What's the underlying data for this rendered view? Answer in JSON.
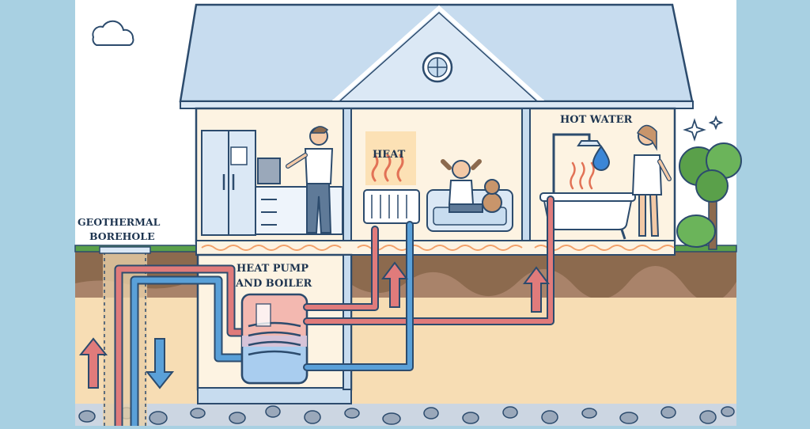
{
  "labels": {
    "geothermal_line1": "GEOTHERMAL",
    "geothermal_line2": "BOREHOLE",
    "heat": "HEAT",
    "hot_water": "HOT WATER",
    "heat_pump_line1": "HEAT PUMP",
    "heat_pump_line2": "AND BOILER"
  },
  "icons": [
    "cloud-icon",
    "sparkle-icon",
    "water-drop-icon",
    "up-arrow-icon",
    "down-arrow-icon",
    "tree-icon"
  ],
  "colors": {
    "frame": "#a8d0e2",
    "roof": "#c7dcef",
    "outline": "#2c4b6d",
    "interior": "#fdf3e2",
    "soil_top": "#8c6a4e",
    "soil_sand": "#f7ddb4",
    "hot_pipe": "#e07b7b",
    "cold_pipe": "#5aa0d8",
    "grass": "#5aa04a"
  }
}
